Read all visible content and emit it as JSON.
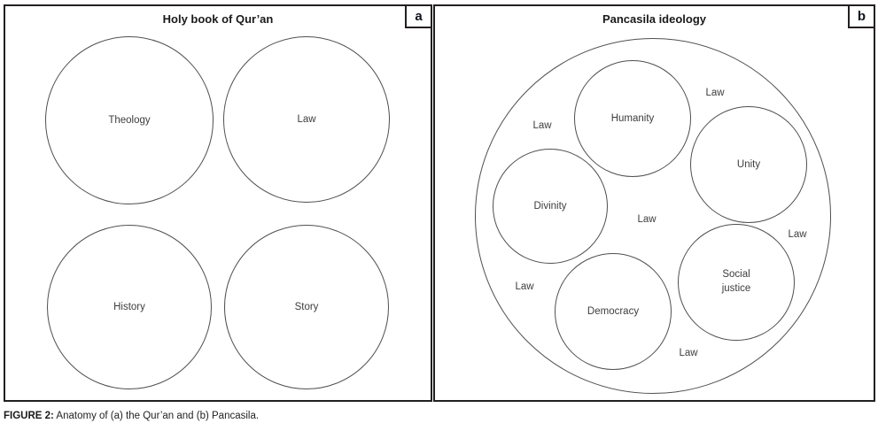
{
  "figure": {
    "caption_label": "FIGURE 2:",
    "caption_text": " Anatomy of (a) the Qur’an and (b) Pancasila."
  },
  "panel_a": {
    "marker": "a",
    "title": "Holy book of Qur’an",
    "circles": [
      {
        "label": "Theology"
      },
      {
        "label": "Law"
      },
      {
        "label": "History"
      },
      {
        "label": "Story"
      }
    ]
  },
  "panel_b": {
    "marker": "b",
    "title": "Pancasila ideology",
    "circles": [
      {
        "label": "Humanity"
      },
      {
        "label": "Unity"
      },
      {
        "label": "Divinity"
      },
      {
        "label": "Democracy"
      },
      {
        "label": "Social justice"
      }
    ],
    "law_labels": [
      "Law",
      "Law",
      "Law",
      "Law",
      "Law",
      "Law"
    ]
  },
  "colors": {
    "panel_border": "#231f20",
    "circle_stroke": "#4f4f4f",
    "text": "#3d3d3d"
  }
}
